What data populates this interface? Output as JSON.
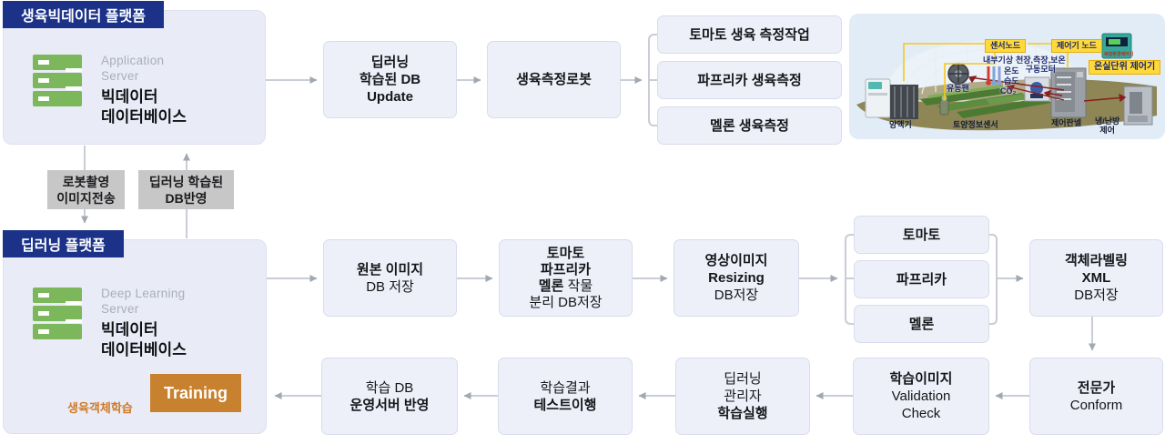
{
  "colors": {
    "navy_header": "#1b3288",
    "node_fill": "#eef0f9",
    "node_border": "#d8dcec",
    "platform_fill": "#e9ecf6",
    "server_green": "#7cb75c",
    "training_orange": "#c8812e",
    "loop_text_orange": "#cf7a28",
    "slate_arrow": "#4b636e",
    "gray_line": "#c9cdd6",
    "gray_arrowhead": "#a2a8b2",
    "transfer_gray": "#c7c7c8",
    "greenhouse_label_yellow": "#ffd83a"
  },
  "bigdata_platform": {
    "label": "생육빅데이터 플랫폼",
    "server_type_l1": "Application",
    "server_type_l2": "Server",
    "server_name_l1": "빅데이터",
    "server_name_l2": "데이터베이스"
  },
  "deep_platform": {
    "label": "딥러닝 플랫폼",
    "server_type_l1": "Deep Learning",
    "server_type_l2": "Server",
    "server_name_l1": "빅데이터",
    "server_name_l2": "데이터베이스",
    "training_label": "Training",
    "loop_label": "생육객체학습"
  },
  "transfers": {
    "robot_l1": "로봇촬영",
    "robot_l2": "이미지전송",
    "db_l1": "딥러닝 학습된",
    "db_l2": "DB반영"
  },
  "flow": {
    "db_update": {
      "l1": "딥러닝",
      "l2": "학습된 DB",
      "l3": "Update"
    },
    "robot": "생육측정로봇",
    "measure_tasks": [
      "토마토 생육 측정작업",
      "파프리카 생육측정",
      "멜론 생육측정"
    ],
    "origin": {
      "l1": "원본 이미지",
      "l2": "DB 저장"
    },
    "separate": {
      "l1": "토마토",
      "l2": "파프리카",
      "l3_bold": "멜론",
      "l3_rest": "작물",
      "l4": "분리 DB저장"
    },
    "resize": {
      "l1": "영상이미지",
      "l2": "Resizing",
      "l3": "DB저장"
    },
    "crops": [
      "토마토",
      "파프리카",
      "멜론"
    ],
    "labeling": {
      "l1": "객체라벨링",
      "l2": "XML",
      "l3": "DB저장"
    },
    "conform": {
      "l1": "전문가",
      "l2": "Conform"
    },
    "validation": {
      "l1": "학습이미지",
      "l2": "Validation",
      "l3": "Check"
    },
    "exec": {
      "l1": "딥러닝",
      "l2": "관리자",
      "l3": "학습실행"
    },
    "test": {
      "l1": "학습결과",
      "l2": "테스트이행"
    },
    "deploy": {
      "l1": "학습 DB",
      "l2": "운영서버 반영"
    }
  },
  "greenhouse": {
    "sensor_node": "센서노드",
    "controller_node": "제어기 노드",
    "unit_controller": "온실단위 제어기",
    "device_label": "복합환경제어기",
    "indoor_weather": "내부기상",
    "motor_l1": "천장,측장,보온",
    "motor_l2": "구동모터",
    "temp": "온도",
    "humidity": "습도",
    "co2": "CO₂",
    "fan": "유동팬",
    "nutrient": "양액기",
    "soil_sensor": "토양정보센서",
    "control_panel": "제어판넬",
    "hvac_l1": "냉/난방",
    "hvac_l2": "제어"
  }
}
